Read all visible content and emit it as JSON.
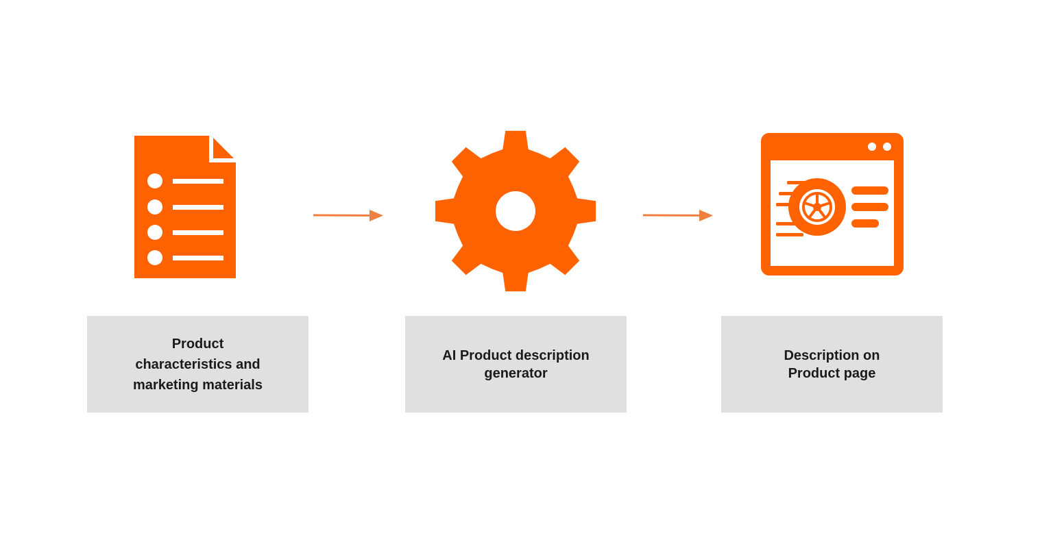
{
  "colors": {
    "accent": "#ff6200",
    "arrow": "#f08040",
    "box_bg": "#e0e0e0",
    "text": "#1a1a1a",
    "background": "#ffffff"
  },
  "steps": [
    {
      "icon": "document-list-icon",
      "label": "Product\ncharacteristics and\nmarketing materials"
    },
    {
      "icon": "gear-icon",
      "label": "AI Product description\ngenerator"
    },
    {
      "icon": "browser-window-icon",
      "label": "Description on\nProduct page"
    }
  ],
  "connectors": [
    {
      "from": 0,
      "to": 1,
      "icon": "arrow-right-icon"
    },
    {
      "from": 1,
      "to": 2,
      "icon": "arrow-right-icon"
    }
  ]
}
